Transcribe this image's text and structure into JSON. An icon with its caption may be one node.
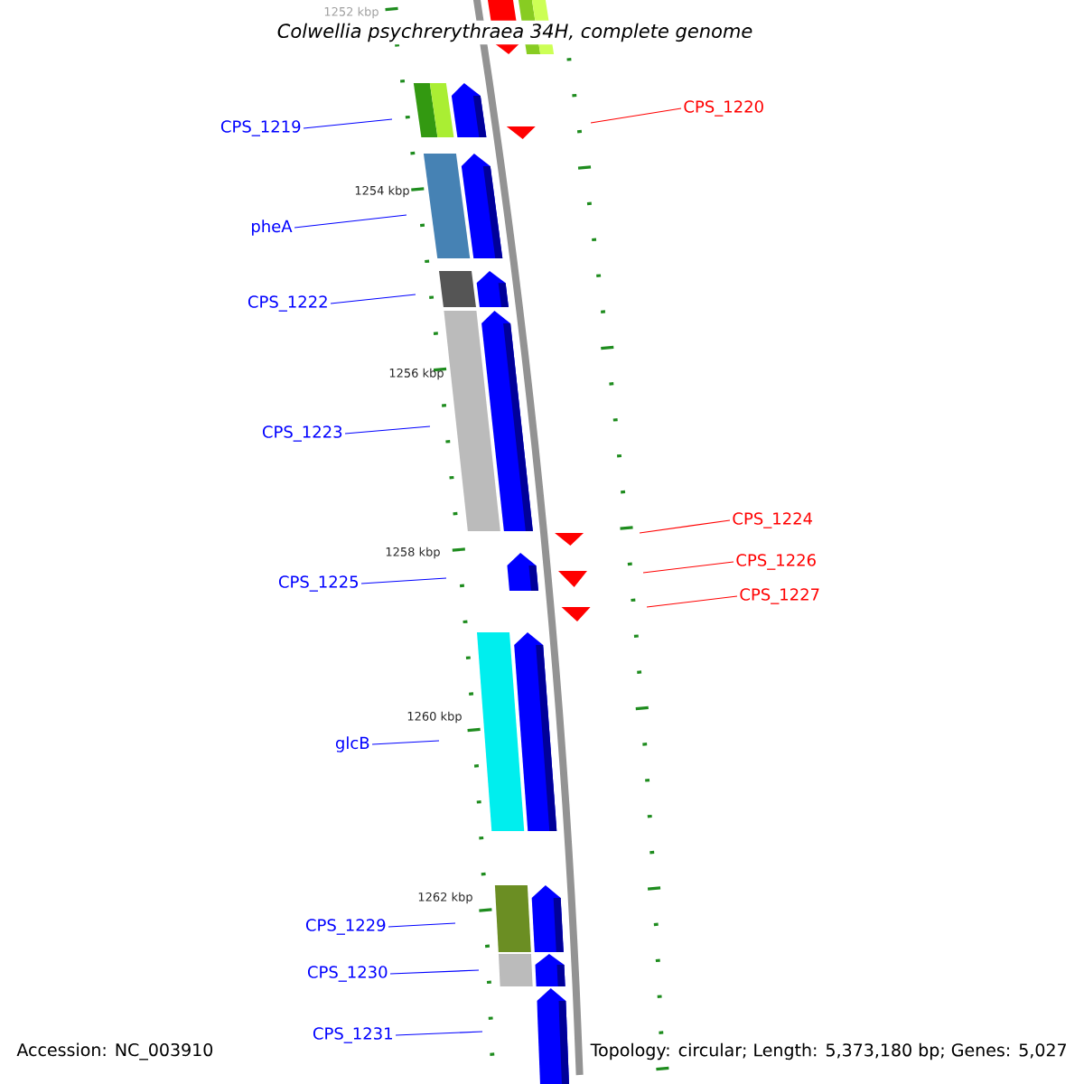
{
  "diagram": {
    "title": "Colwellia psychrerythraea 34H, complete genome",
    "nodes": [
      {
        "text": [
          "CPS_1219"
        ]
      },
      {
        "text": [
          "CPS_1220"
        ]
      },
      {
        "text": [
          "pheA"
        ]
      },
      {
        "text": [
          "CPS_1222"
        ]
      },
      {
        "text": [
          "CPS_1223"
        ]
      },
      {
        "text": [
          "CPS_1224"
        ]
      },
      {
        "text": [
          "CPS_1226"
        ]
      },
      {
        "text": [
          "CPS_1227"
        ]
      },
      {
        "text": [
          "CPS_1225"
        ]
      },
      {
        "text": [
          "glcB"
        ]
      },
      {
        "text": [
          "CPS_1229"
        ]
      },
      {
        "text": [
          "CPS_1230"
        ]
      },
      {
        "text": [
          "CPS_1231"
        ]
      }
    ],
    "edges": [
      {
        "from": 0,
        "to": null,
        "arrow": "none"
      },
      {
        "from": 1,
        "to": null,
        "arrow": "none",
        "color": "#ff0000"
      },
      {
        "from": 2,
        "to": null,
        "arrow": "none"
      },
      {
        "from": 3,
        "to": null,
        "arrow": "none"
      },
      {
        "from": 4,
        "to": null,
        "arrow": "none"
      },
      {
        "from": 5,
        "to": null,
        "arrow": "none",
        "color": "#ff0000"
      },
      {
        "from": 6,
        "to": null,
        "arrow": "none",
        "color": "#ff0000"
      },
      {
        "from": 7,
        "to": null,
        "arrow": "none",
        "color": "#ff0000"
      },
      {
        "from": 8,
        "to": null,
        "arrow": "none"
      },
      {
        "from": 9,
        "to": null,
        "arrow": "none"
      },
      {
        "from": 10,
        "to": null,
        "arrow": "none"
      },
      {
        "from": 11,
        "to": null,
        "arrow": "none"
      },
      {
        "from": 12,
        "to": null,
        "arrow": "none"
      }
    ],
    "labels": [
      "1252 kbp",
      "1254 kbp",
      "1256 kbp",
      "1258 kbp",
      "1260 kbp",
      "1262 kbp",
      "Accession: NC_003910",
      "Topology: circular; Length: 5,373,180 bp; Genes: 5,027"
    ]
  }
}
